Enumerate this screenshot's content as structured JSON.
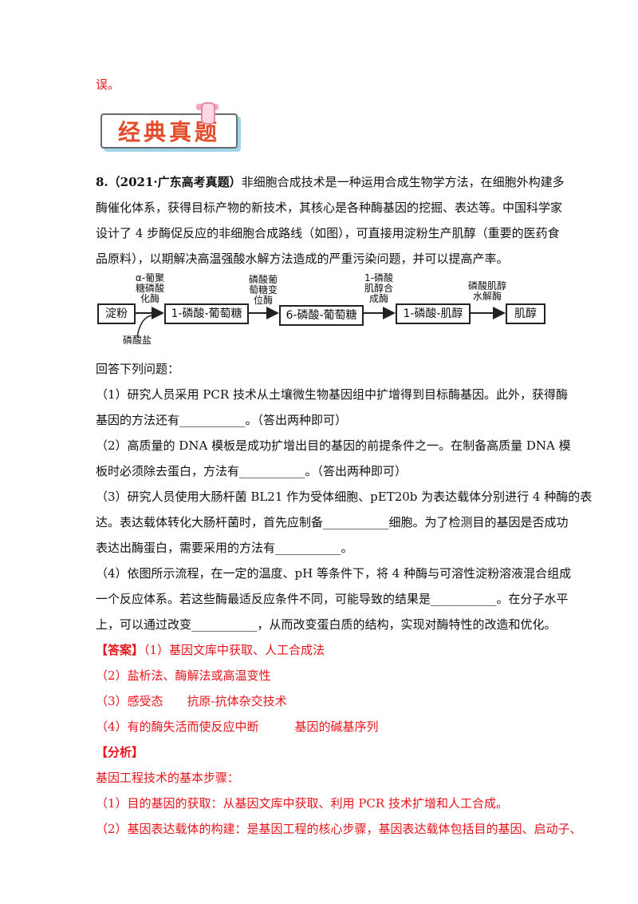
{
  "top_fragment": "误。",
  "banner": {
    "title": "经典真题"
  },
  "question": {
    "number": "8.",
    "source": "（2021·广东高考真题）",
    "lines": [
      "非细胞合成技术是一种运用合成生物学方法，在细胞外构建多",
      "酶催化体系，获得目标产物的新技术，其核心是各种酶基因的挖掘、表达等。中国科学家",
      "设计了 4 步酶促反应的非细胞合成路线（如图），可直接用淀粉生产肌醇（重要的医药食",
      "品原料），以期解决高温强酸水解方法造成的严重污染问题，并可以提高产率。"
    ]
  },
  "diagram": {
    "nodes": [
      "淀粉",
      "1-磷酸-葡萄糖",
      "6-磷酸-葡萄糖",
      "1-磷酸-肌醇",
      "肌醇"
    ],
    "enzymes": [
      "α-葡聚\n糖磷酸\n化酶",
      "磷酸葡\n萄糖变\n位酶",
      "1-磷酸\n肌醇合\n成酶",
      "磷酸肌醇\n水解酶"
    ],
    "cofactor": "磷酸盐"
  },
  "prompt": "回答下列问题：",
  "items": [
    "（1）研究人员采用 PCR 技术从土壤微生物基因组中扩增得到目标酶基因。此外，获得酶",
    "基因的方法还有___________。（答出两种即可）",
    "（2）高质量的 DNA 模板是成功扩增出目的基因的前提条件之一。在制备高质量 DNA 模",
    "板时必须除去蛋白，方法有___________。（答出两种即可）",
    "（3）研究人员使用大肠杆菌 BL21 作为受体细胞、pET20b 为表达载体分别进行 4 种酶的表",
    "达。表达载体转化大肠杆菌时，首先应制备___________细胞。为了检测目的基因是否成功",
    "表达出酶蛋白，需要采用的方法有___________。",
    "（4）依图所示流程，在一定的温度、pH 等条件下，将 4 种酶与可溶性淀粉溶液混合组成",
    "一个反应体系。若这些酶最适反应条件不同，可能导致的结果是___________。在分子水平",
    "上，可以通过改变___________，从而改变蛋白质的结构，实现对酶特性的改造和优化。"
  ],
  "answer": {
    "tag": "【答案】",
    "lines": [
      "（1）基因文库中获取、人工合成法",
      "（2）盐析法、酶解法或高温变性",
      "（3）感受态　　抗原-抗体杂交技术",
      "（4）有的酶失活而使反应中断　　　基因的碱基序列"
    ]
  },
  "analysis": {
    "tag": "【分析】",
    "lines": [
      "基因工程技术的基本步骤：",
      "（1）目的基因的获取：从基因文库中获取、利用 PCR 技术扩增和人工合成。",
      "（2）基因表达载体的构建：是基因工程的核心步骤，基因表达载体包括目的基因、启动子、"
    ]
  },
  "colors": {
    "answer_red": "#e8141b",
    "banner_orange": "#e34b2a",
    "banner_shadow": "#9fd3e8"
  }
}
